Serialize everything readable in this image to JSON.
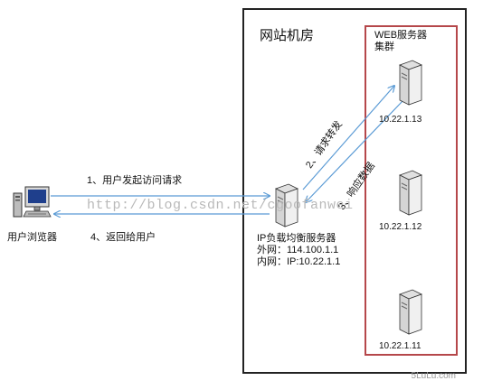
{
  "datacenter": {
    "title": "网站机房"
  },
  "cluster": {
    "title_line1": "WEB服务器",
    "title_line2": "集群"
  },
  "client": {
    "label": "用户浏览器"
  },
  "load_balancer": {
    "label": "IP负载均衡服务器",
    "external": "外网：114.100.1.1",
    "internal": "内网：IP:10.22.1.1"
  },
  "servers": [
    {
      "ip": "10.22.1.13"
    },
    {
      "ip": "10.22.1.12"
    },
    {
      "ip": "10.22.1.11"
    }
  ],
  "steps": {
    "request": "1、用户发起访问请求",
    "forward": "2、请求转发",
    "respond": "3、响应数据",
    "return": "4、返回给用户"
  },
  "watermark": "http://blog.csdn.net/cgoofanwei",
  "brand": "5LuLu.com",
  "colors": {
    "arrow": "#5b9bd5",
    "frame": "#222222",
    "cluster_border": "#b5474a"
  }
}
